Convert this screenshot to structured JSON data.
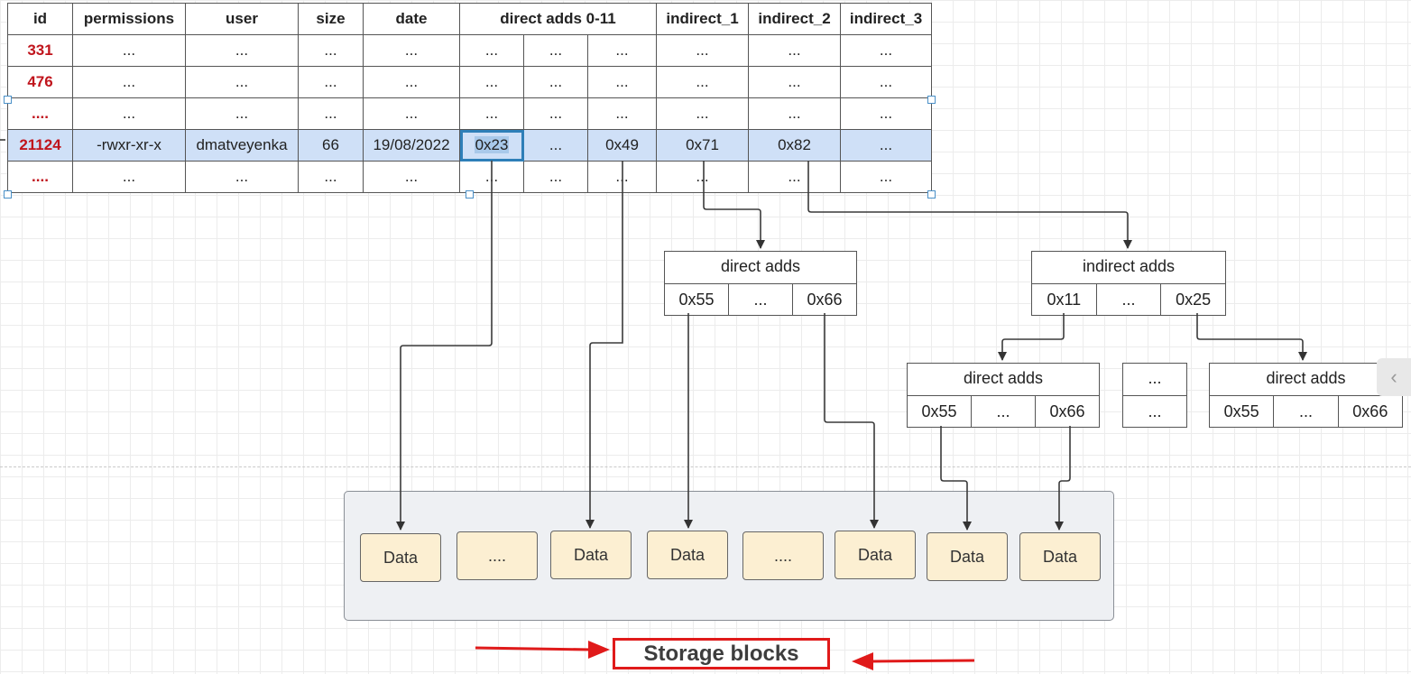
{
  "table": {
    "headers": [
      "id",
      "permissions",
      "user",
      "size",
      "date",
      "direct adds 0-11",
      "indirect_1",
      "indirect_2",
      "indirect_3"
    ],
    "rows": [
      [
        "331",
        "...",
        "...",
        "...",
        "...",
        "...",
        "...",
        "...",
        "...",
        "...",
        "..."
      ],
      [
        "476",
        "...",
        "...",
        "...",
        "...",
        "...",
        "...",
        "...",
        "...",
        "...",
        "..."
      ],
      [
        "....",
        "...",
        "...",
        "...",
        "...",
        "...",
        "...",
        "...",
        "...",
        "...",
        "..."
      ],
      [
        "21124",
        "-rwxr-xr-x",
        "dmatveyenka",
        "66",
        "19/08/2022",
        "0x23",
        "...",
        "0x49",
        "0x71",
        "0x82",
        "..."
      ],
      [
        "....",
        "...",
        "...",
        "...",
        "...",
        "...",
        "...",
        "...",
        "...",
        "...",
        "..."
      ]
    ]
  },
  "blocks": {
    "b1": {
      "title": "direct adds",
      "cells": [
        "0x55",
        "...",
        "0x66"
      ]
    },
    "b2": {
      "title": "indirect adds",
      "cells": [
        "0x11",
        "...",
        "0x25"
      ]
    },
    "b3": {
      "title": "direct adds",
      "cells": [
        "0x55",
        "...",
        "0x66"
      ]
    },
    "b4": {
      "title": "...",
      "cells": [
        "..."
      ]
    },
    "b5": {
      "title": "direct adds",
      "cells": [
        "0x55",
        "...",
        "0x66"
      ]
    }
  },
  "storage": {
    "items": [
      "Data",
      "....",
      "Data",
      "Data",
      "....",
      "Data",
      "Data",
      "Data"
    ],
    "caption": "Storage blocks"
  },
  "colors": {
    "accent_red": "#e01a1a",
    "id_red": "#c0141c",
    "highlight_row": "#cfe0f7",
    "data_fill": "#fcefd2"
  }
}
